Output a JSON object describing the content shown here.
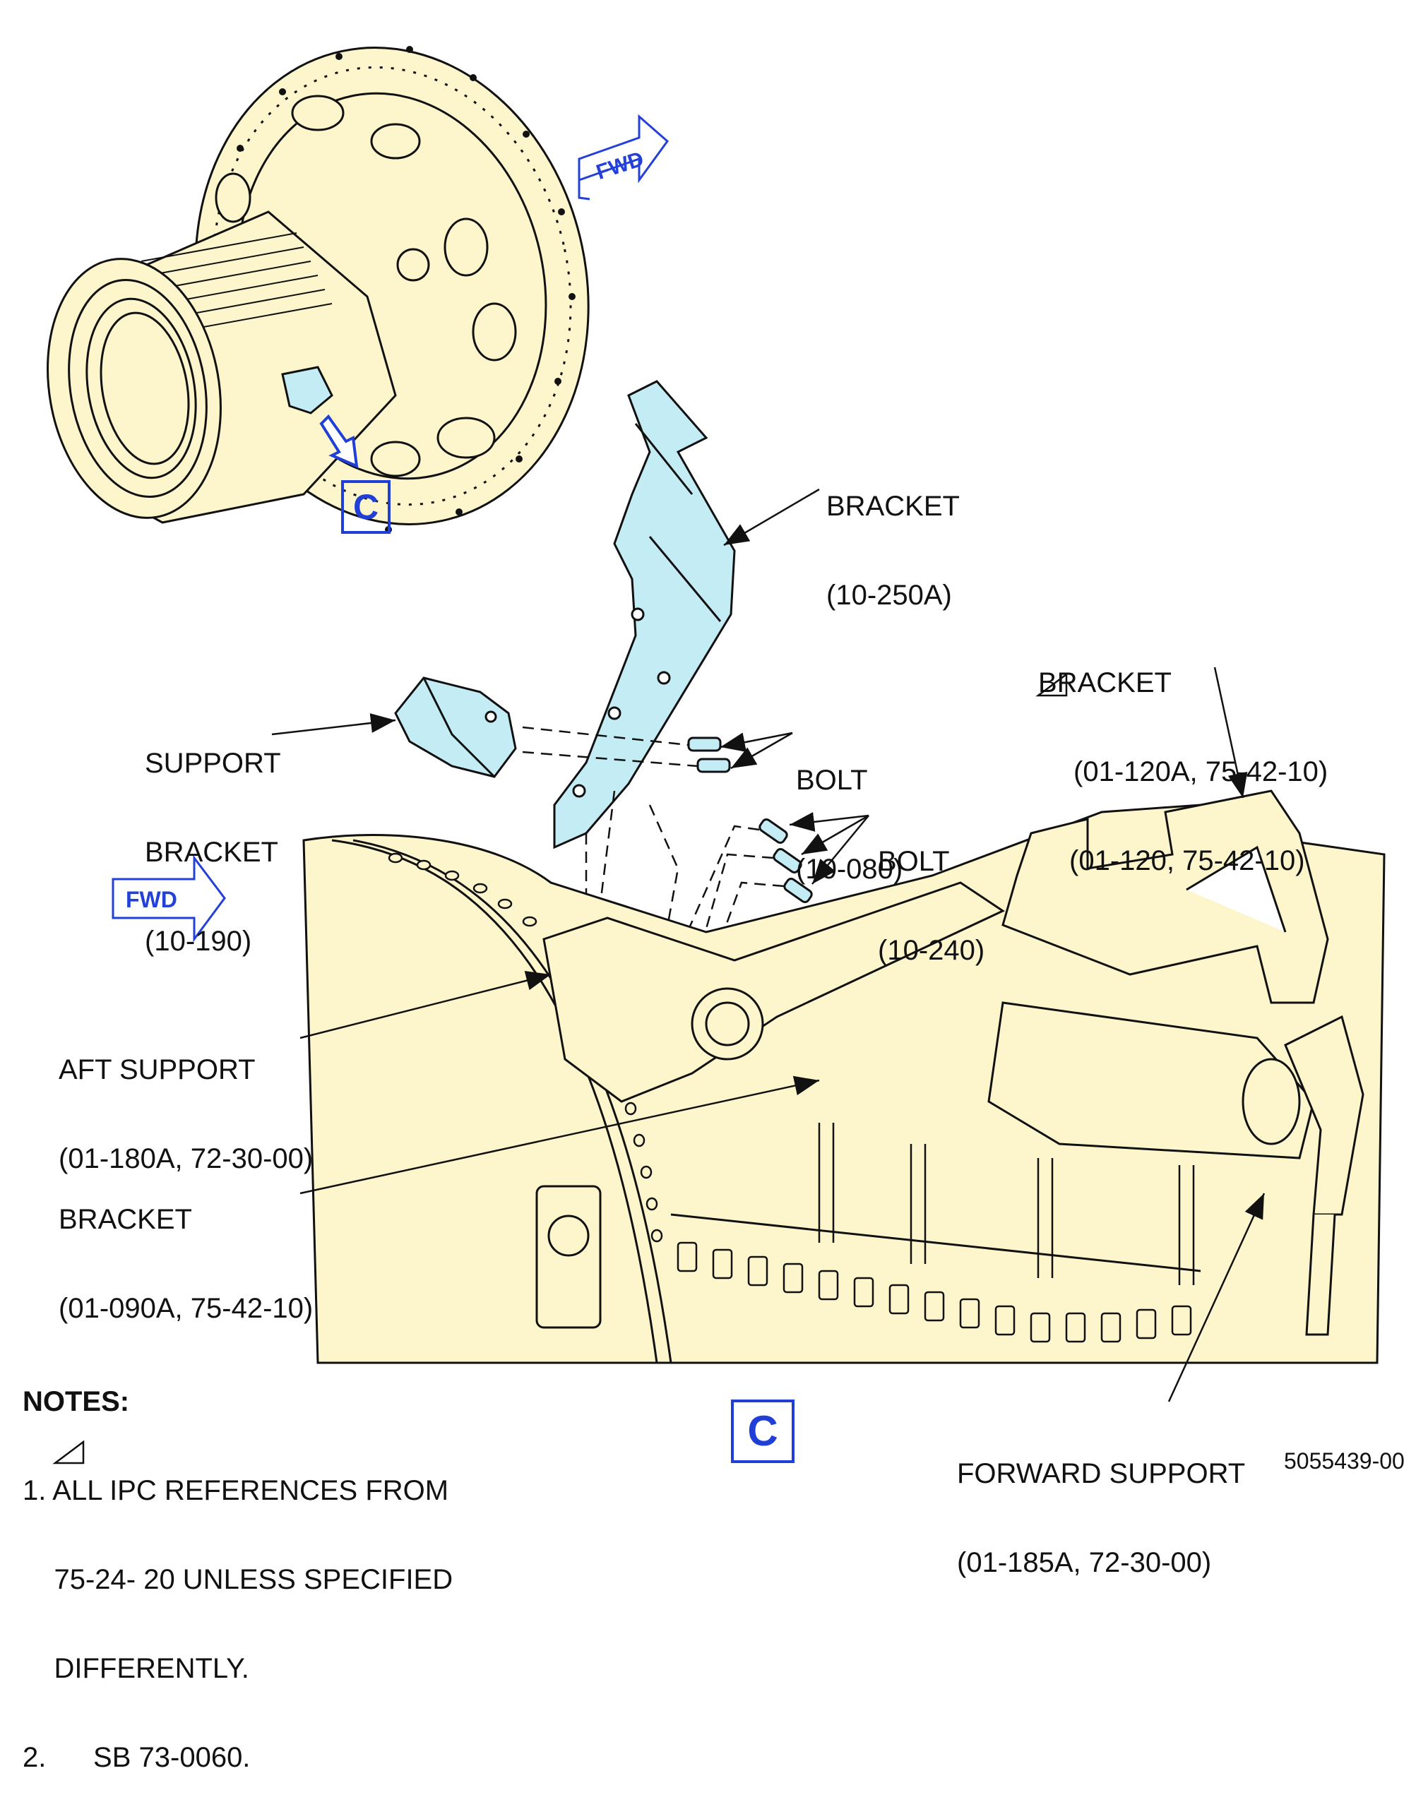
{
  "callouts": {
    "bracket_top": {
      "title": "BRACKET",
      "ref": "(10-250A)"
    },
    "bracket_right": {
      "title": "BRACKET",
      "ref1": "(01-120A, 75-42-10)",
      "ref2": "(01-120, 75-42-10)"
    },
    "support_bracket": {
      "line1": "SUPPORT",
      "line2": "BRACKET",
      "ref": "(10-190)"
    },
    "bolt_a": {
      "title": "BOLT",
      "ref": "(10-080)"
    },
    "bolt_b": {
      "title": "BOLT",
      "ref": "(10-240)"
    },
    "aft_support": {
      "title": "AFT SUPPORT",
      "ref": "(01-180A, 72-30-00)"
    },
    "bracket_lower": {
      "title": "BRACKET",
      "ref": "(01-090A, 75-42-10)"
    },
    "forward_support": {
      "title": "FORWARD SUPPORT",
      "ref": "(01-185A, 72-30-00)"
    }
  },
  "fwd_label": "FWD",
  "view_label": "C",
  "notes": {
    "title": "NOTES:",
    "items": [
      "1. ALL IPC REFERENCES FROM",
      "    75-24- 20 UNLESS SPECIFIED",
      "    DIFFERENTLY.",
      "2.      SB 73-0060."
    ]
  },
  "figure_number": "5055439-00",
  "colors": {
    "engine_fill": "#fdf6cc",
    "highlight_fill": "#c4ecf5",
    "accent_blue": "#1f3fd6",
    "line": "#111111"
  }
}
